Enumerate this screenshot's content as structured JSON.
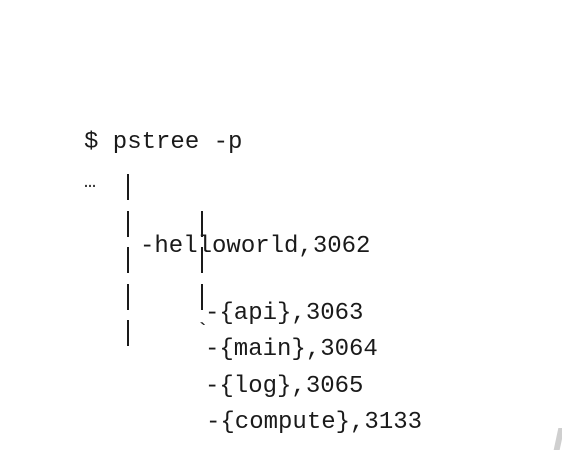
{
  "terminal": {
    "command_line": "$ pstree -p",
    "ellipsis": "…",
    "tree": {
      "root": "-helloworld,3062",
      "children": [
        "-{api},3063",
        "-{main},3064",
        "-{log},3065"
      ],
      "last_child": "-{compute},3133",
      "last_marker": "`"
    }
  }
}
